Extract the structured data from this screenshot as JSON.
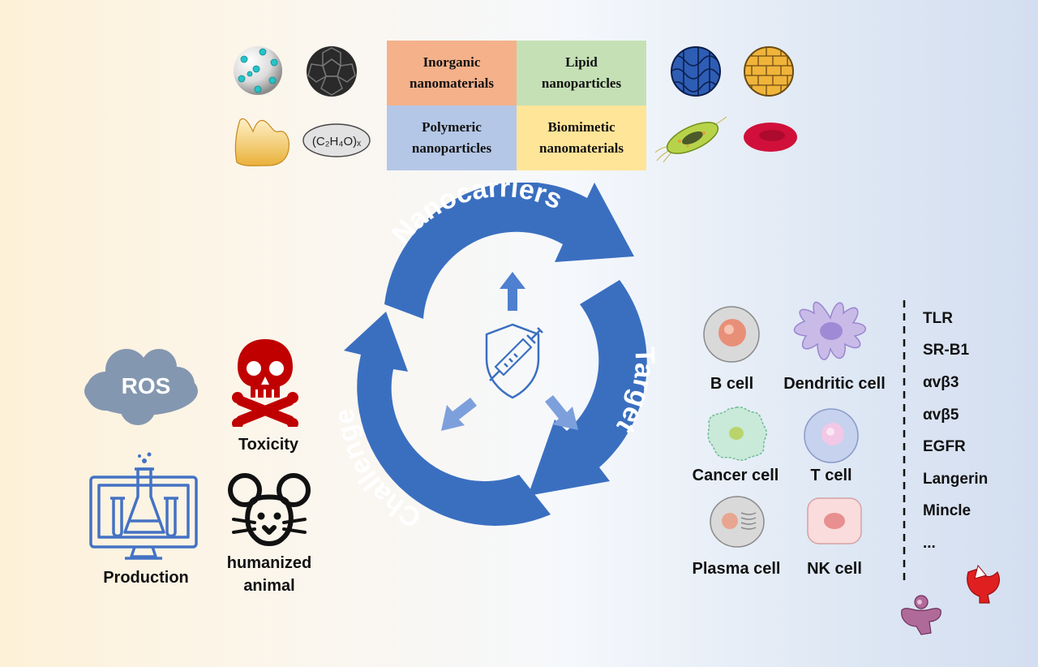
{
  "categories": {
    "inorganic": "Inorganic\nnanomaterials",
    "lipid": "Lipid\nnanoparticles",
    "polymeric": "Polymeric\nnanoparticles",
    "biomimetic": "Biomimetic\nnanomaterials"
  },
  "formula": "(C₂H₄O)ₓ",
  "cycle": {
    "nanocarriers": "Nanocarriers",
    "target": "Target",
    "challenge": "Challenge"
  },
  "challenges": {
    "ros": "ROS",
    "toxicity": "Toxicity",
    "production": "Production",
    "animal_line1": "humanized",
    "animal_line2": "animal"
  },
  "cells": [
    "B cell",
    "Dendritic cell",
    "Cancer cell",
    "T cell",
    "Plasma cell",
    "NK cell"
  ],
  "receptors": [
    "TLR",
    "SR-B1",
    "αvβ3",
    "αvβ5",
    "EGFR",
    "Langerin",
    "Mincle",
    "..."
  ],
  "colors": {
    "cycle_blue": "#3a6fc0",
    "inorganic_bg": "#f4b18a",
    "lipid_bg": "#c5e0b5",
    "polymeric_bg": "#b4c7e7",
    "biomimetic_bg": "#ffe598",
    "toxicity_red": "#c00000",
    "production_blue": "#4472c4",
    "ros_cloud": "#8497b0"
  }
}
